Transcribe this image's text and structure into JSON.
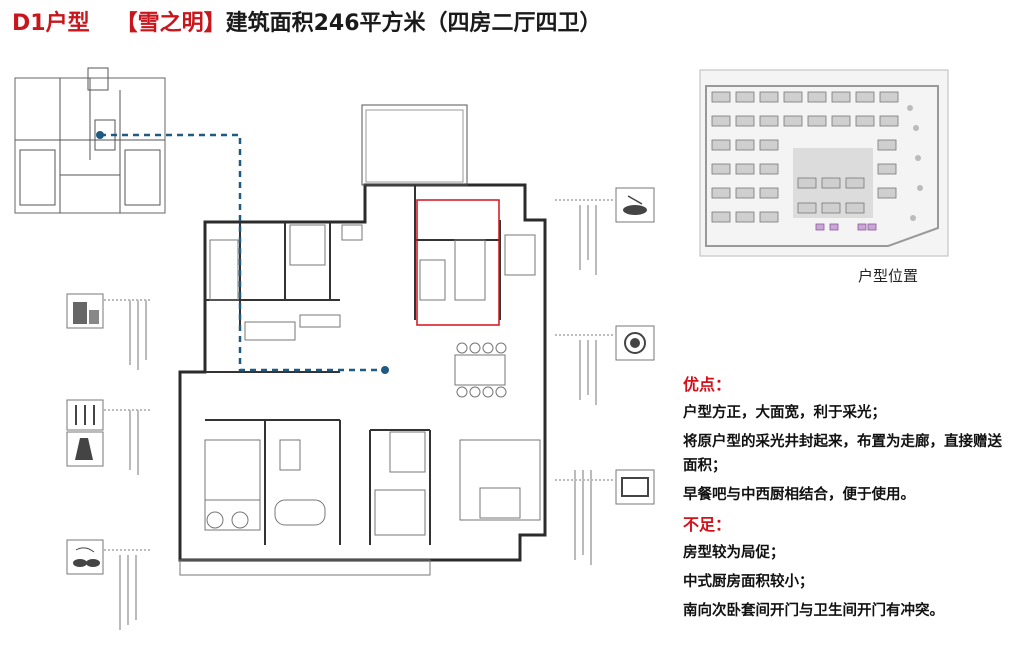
{
  "header": {
    "unit_code": "D1户型",
    "project": "【雪之明】",
    "description": "建筑面积246平方米（四房二厅四卫）"
  },
  "site_plan": {
    "caption": "户型位置"
  },
  "notes": {
    "pros_heading": "优点：",
    "pros": [
      "户型方正，大面宽，利于采光；",
      "将原户型的采光井封起来，布置为走廊，直接赠送面积；",
      "早餐吧与中西厨相结合，便于使用。"
    ],
    "cons_heading": "不足：",
    "cons": [
      "房型较为局促；",
      "中式厨房面积较小；",
      "南向次卧套间开门与卫生间开门有冲突。"
    ]
  },
  "colors": {
    "accent_red": "#c8161d",
    "dashed_blue": "#1e5a82",
    "wall": "#2b2b2b"
  },
  "icons": [
    "bowl-icon",
    "plate-icon",
    "tv-icon",
    "suitcase-icon",
    "tools-icon",
    "dress-icon",
    "teacup-icon"
  ]
}
